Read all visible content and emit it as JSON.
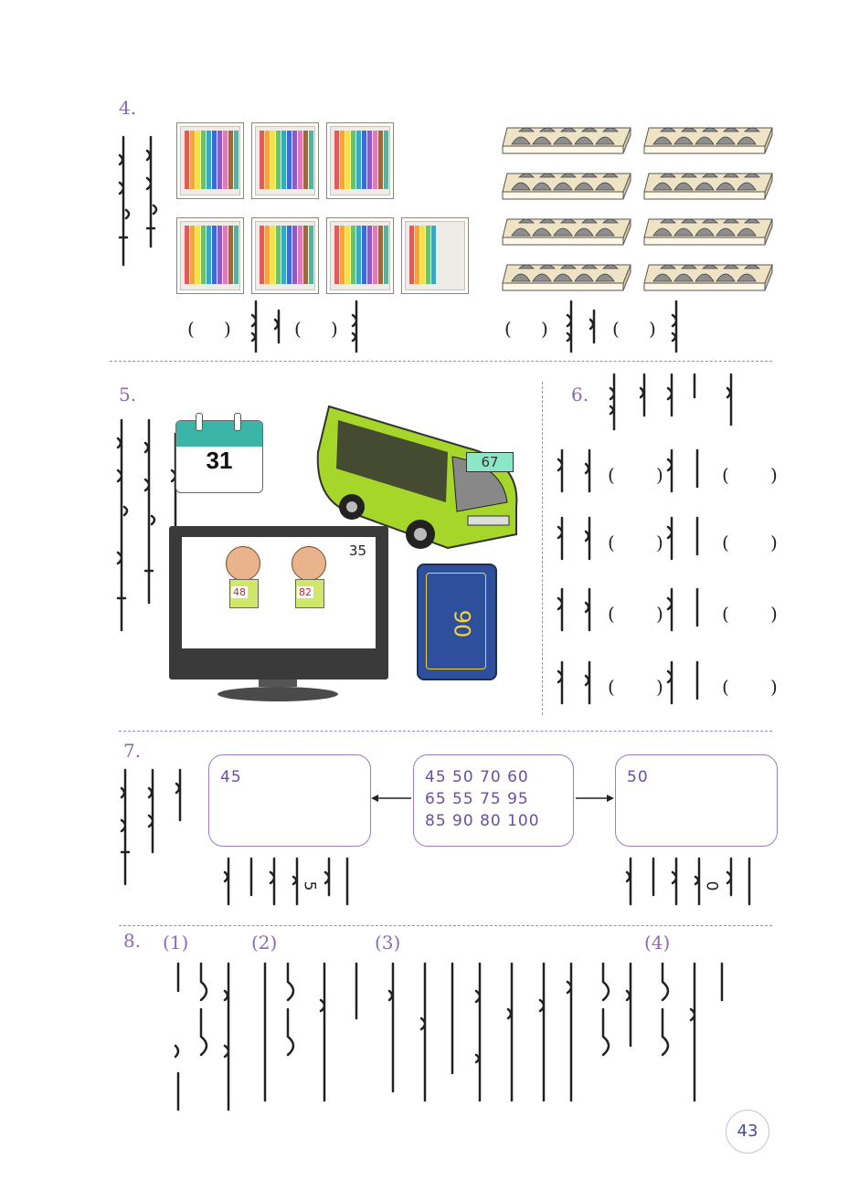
{
  "sections": {
    "s4": {
      "label": "4.",
      "blanks": [
        "(",
        ")",
        "(",
        ")",
        "(",
        ")",
        "(",
        ")"
      ]
    },
    "s5": {
      "label": "5.",
      "calendar_date": "31",
      "bus_number": "67",
      "tv_channel": "35",
      "runner_a": "48",
      "runner_b": "82",
      "sign_number": "90"
    },
    "s6": {
      "label": "6."
    },
    "s7": {
      "label": "7.",
      "left_box": "45",
      "center_lines": [
        "45 50 70 60",
        "65 55 75 95",
        "85 90 80 100"
      ],
      "right_box": "50",
      "left_digit": "5",
      "right_digit": "0"
    },
    "s8": {
      "label": "8.",
      "parts": [
        "(1)",
        "(2)",
        "(3)",
        "(4)"
      ]
    }
  },
  "page_number": "43",
  "colors": {
    "accent": "#8a6bb0",
    "bus": "#a6d62a",
    "sign": "#2d4f9c"
  }
}
